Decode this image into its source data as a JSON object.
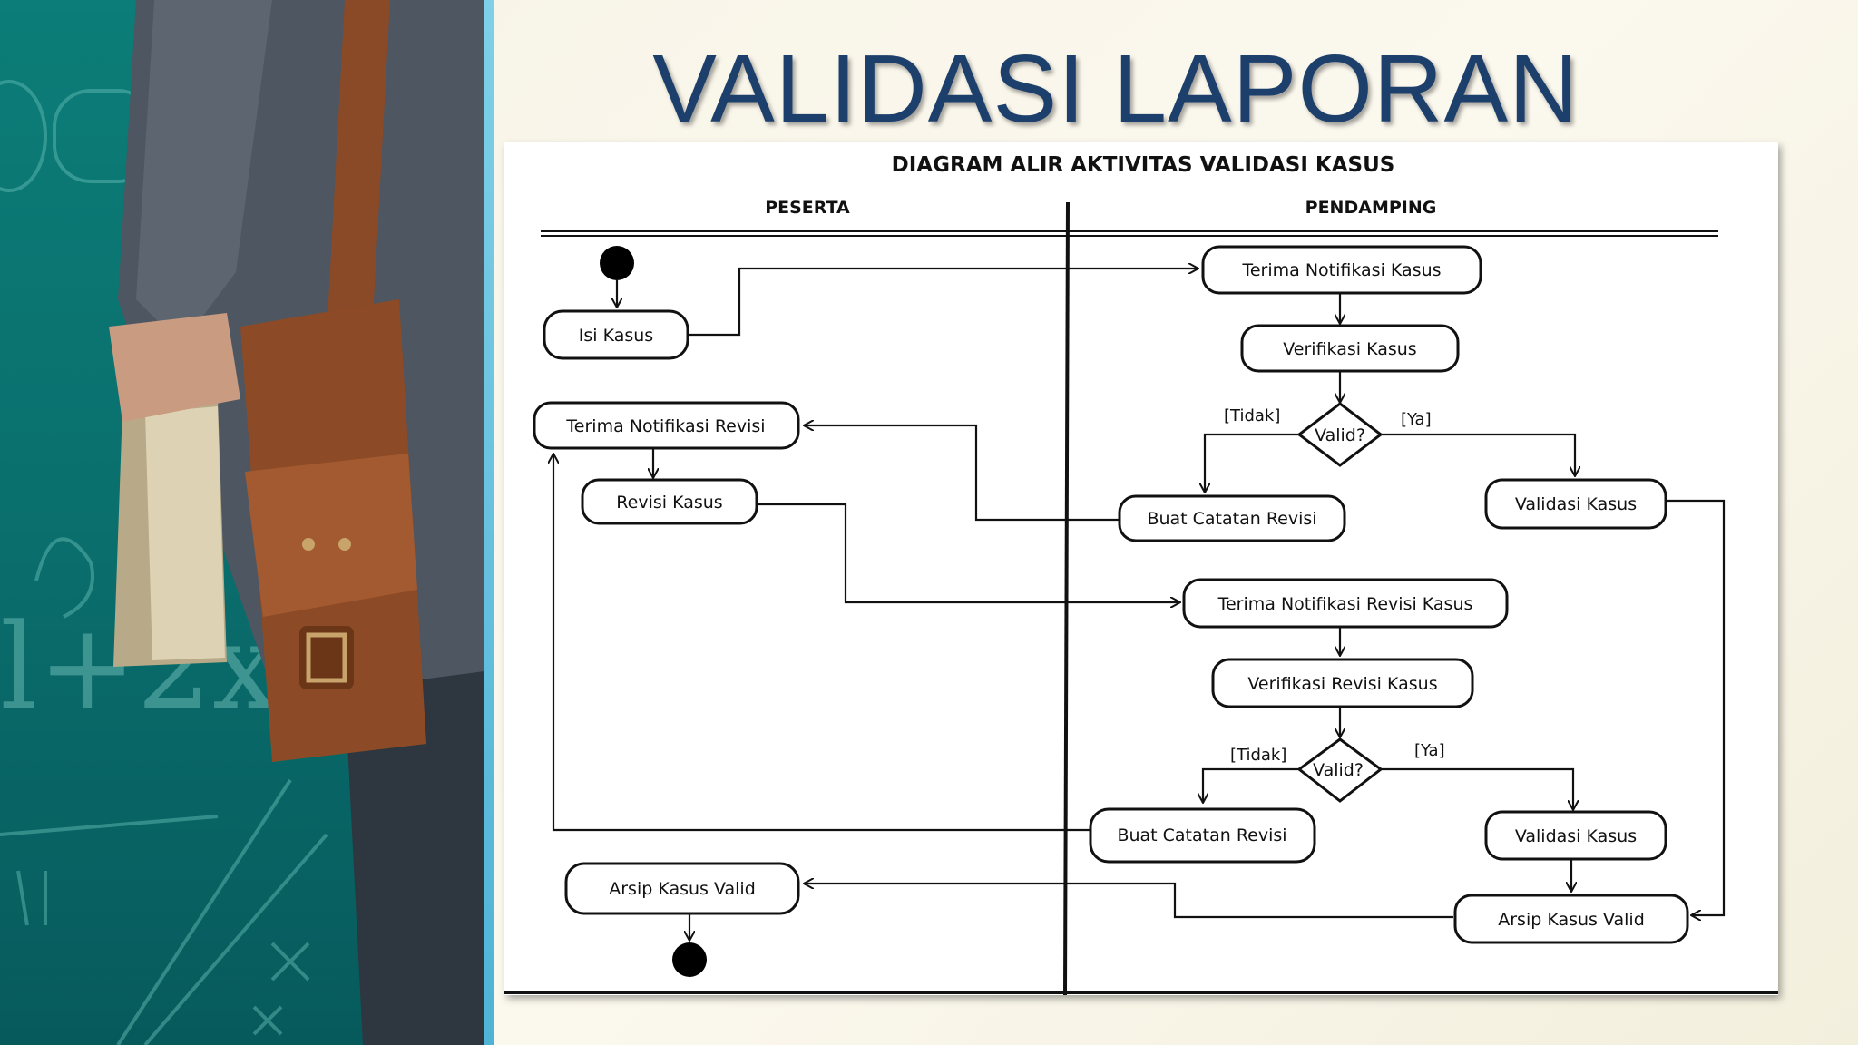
{
  "slide": {
    "title": "VALIDASI LAPORAN"
  },
  "diagram": {
    "title": "DIAGRAM ALIR AKTIVITAS VALIDASI KASUS",
    "lanes": {
      "left": "PESERTA",
      "right": "PENDAMPING"
    },
    "nodes": {
      "isi_kasus": "Isi Kasus",
      "terima_notifikasi_revisi": "Terima Notifikasi Revisi",
      "revisi_kasus": "Revisi Kasus",
      "arsip_kasus_valid_left": "Arsip Kasus Valid",
      "terima_notifikasi_kasus": "Terima Notifikasi Kasus",
      "verifikasi_kasus": "Verifikasi Kasus",
      "valid_1": "Valid?",
      "buat_catatan_revisi_1": "Buat Catatan Revisi",
      "validasi_kasus_1": "Validasi Kasus",
      "terima_notifikasi_revisi_kasus": "Terima Notifikasi Revisi Kasus",
      "verifikasi_revisi_kasus": "Verifikasi Revisi Kasus",
      "valid_2": "Valid?",
      "buat_catatan_revisi_2": "Buat Catatan Revisi",
      "validasi_kasus_2": "Validasi Kasus",
      "arsip_kasus_valid_right": "Arsip Kasus Valid"
    },
    "guards": {
      "tidak_1": "[Tidak]",
      "ya_1": "[Ya]",
      "tidak_2": "[Tidak]",
      "ya_2": "[Ya]"
    }
  }
}
